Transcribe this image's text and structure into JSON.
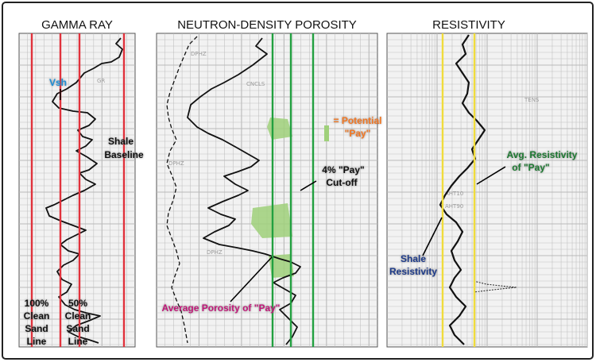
{
  "tracks": {
    "gamma": {
      "title": "GAMMA RAY",
      "faint_tag": "GR"
    },
    "porosity": {
      "title": "NEUTRON-DENSITY POROSITY",
      "faint_tags": [
        "DPHZ",
        "CNCLS",
        "DPHZ",
        "DPHZ"
      ]
    },
    "resistivity": {
      "title": "RESISTIVITY",
      "faint_tags": [
        "TENS",
        "AHT10",
        "AHT90"
      ]
    }
  },
  "annotations": {
    "vsh": {
      "text": "Vsh",
      "color": "#1e8fd6"
    },
    "shale_baseline": {
      "line1": "Shale",
      "line2": "Baseline"
    },
    "clean_sand_100": {
      "line1": "100%",
      "line2": "Clean",
      "line3": "Sand",
      "line4": "Line"
    },
    "clean_sand_50": {
      "line1": "50%",
      "line2": "Clean",
      "line3": "Sand",
      "line4": "Line"
    },
    "potential_pay": {
      "line1": "= Potential",
      "line2": "\"Pay\"",
      "color": "#f07820"
    },
    "pay_cutoff": {
      "line1": "4% \"Pay\"",
      "line2": "Cut-off"
    },
    "avg_porosity": {
      "text": "Average Porosity of \"Pay\"",
      "color": "#c0187a"
    },
    "avg_resistivity": {
      "line1": "Avg. Resistivity",
      "line2": "of \"Pay\"",
      "color": "#1e7a32"
    },
    "shale_resistivity": {
      "line1": "Shale",
      "line2": "Resistivity",
      "color": "#1a3a8a"
    }
  },
  "colors": {
    "red_lines": "#e0323c",
    "green_lines": "#22a040",
    "yellow_lines": "#f0dc3c",
    "pay_fill": "#9fd07a",
    "grid": "#b9b9b9",
    "curve": "#111111"
  }
}
